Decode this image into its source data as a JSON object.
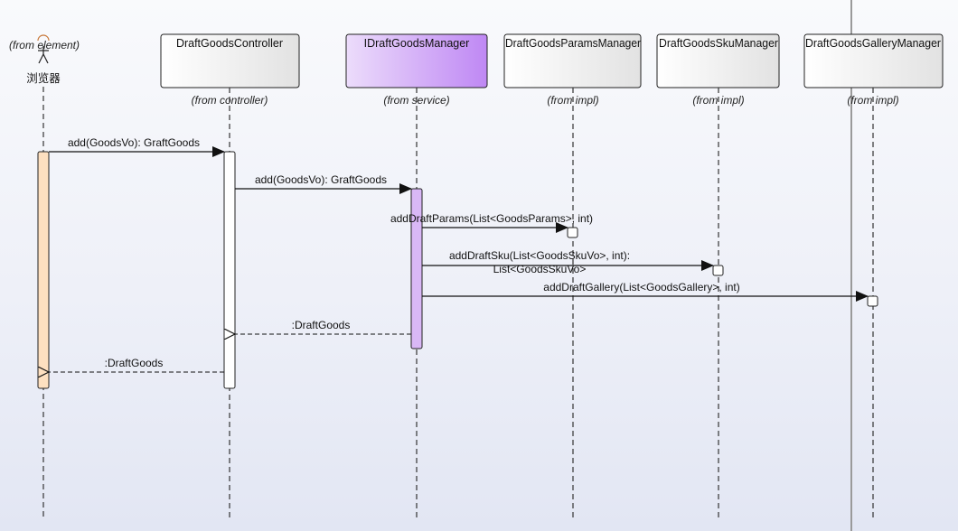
{
  "actor": {
    "package": "(from element)",
    "name": "浏览器"
  },
  "participants": [
    {
      "id": "ctrl",
      "name": "DraftGoodsController",
      "package": "(from controller)"
    },
    {
      "id": "mgr",
      "name": "IDraftGoodsManager",
      "package": "(from service)"
    },
    {
      "id": "params",
      "name": "DraftGoodsParamsManager",
      "package": "(from impl)"
    },
    {
      "id": "sku",
      "name": "DraftGoodsSkuManager",
      "package": "(from impl)"
    },
    {
      "id": "gal",
      "name": "DraftGoodsGalleryManager",
      "package": "(from impl)"
    }
  ],
  "messages": [
    {
      "from": "actor",
      "to": "ctrl",
      "type": "call",
      "label": [
        "add(GoodsVo): GraftGoods"
      ]
    },
    {
      "from": "ctrl",
      "to": "mgr",
      "type": "call",
      "label": [
        "add(GoodsVo): GraftGoods"
      ]
    },
    {
      "from": "mgr",
      "to": "params",
      "type": "call",
      "label": [
        "addDraftParams(List<GoodsParams>, int)"
      ]
    },
    {
      "from": "mgr",
      "to": "sku",
      "type": "call",
      "label": [
        "addDraftSku(List<GoodsSkuVo>, int):",
        "List<GoodsSkuVo>"
      ]
    },
    {
      "from": "mgr",
      "to": "gal",
      "type": "call",
      "label": [
        "addDraftGallery(List<GoodsGallery>, int)"
      ]
    },
    {
      "from": "mgr",
      "to": "ctrl",
      "type": "return",
      "label": [
        ":DraftGoods"
      ]
    },
    {
      "from": "ctrl",
      "to": "actor",
      "type": "return",
      "label": [
        ":DraftGoods"
      ]
    }
  ],
  "colors": {
    "actor_activation": "#fde0c0",
    "interface_box": "#cf9ff7",
    "interface_activation": "#d9b8f6",
    "class_box": "#ffffff",
    "line": "#222222",
    "frame_line": "#999999"
  }
}
